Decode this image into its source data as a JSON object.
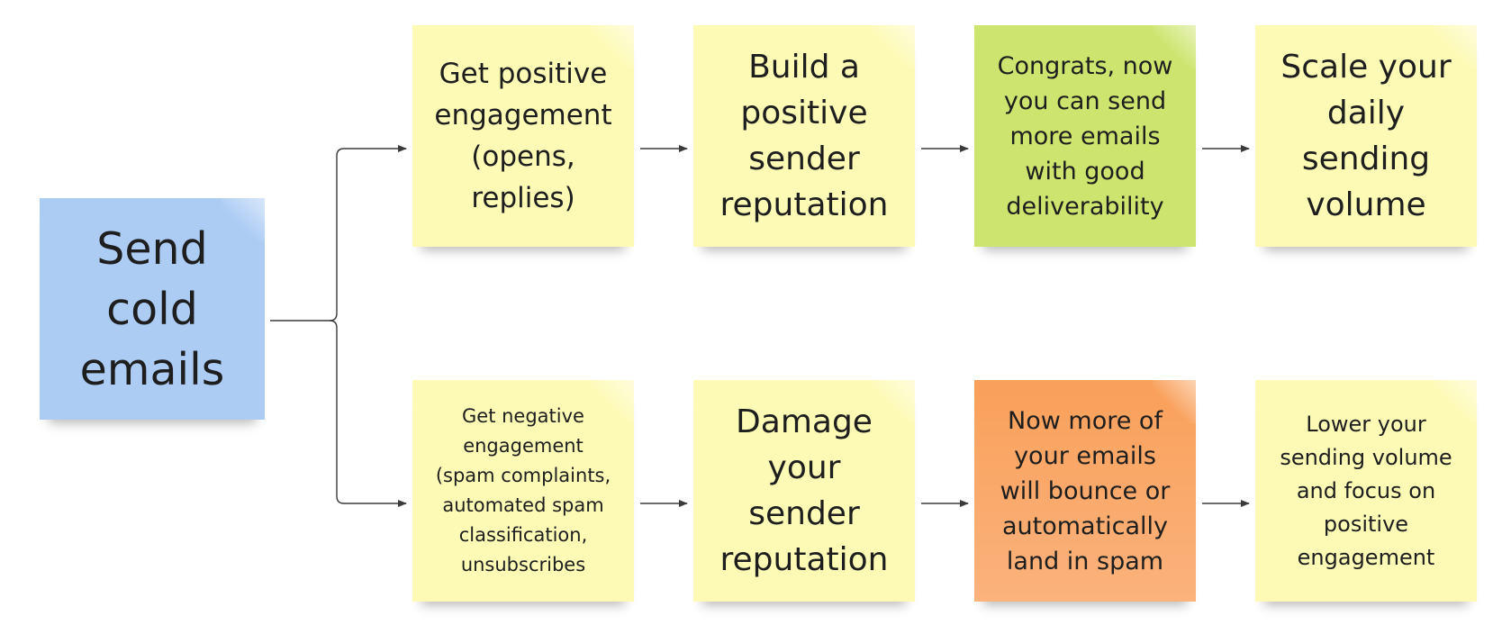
{
  "diagram": {
    "root": {
      "text": "Send\ncold\nemails",
      "color": "#acccf4"
    },
    "positive_path": [
      {
        "text": "Get positive\nengagement\n(opens,\nreplies)",
        "color": "#fdfab6"
      },
      {
        "text": "Build a\npositive\nsender\nreputation",
        "color": "#fdfab6"
      },
      {
        "text": "Congrats, now\nyou can send\nmore emails\nwith good\ndeliverability",
        "color": "#cde56f"
      },
      {
        "text": "Scale your\ndaily\nsending\nvolume",
        "color": "#fdfab6"
      }
    ],
    "negative_path": [
      {
        "text": "Get negative\nengagement\n(spam complaints,\nautomated spam\nclassification,\nunsubscribes",
        "color": "#fdfab6"
      },
      {
        "text": "Damage\nyour\nsender\nreputation",
        "color": "#fdfab6"
      },
      {
        "text": "Now more of\nyour emails\nwill bounce or\nautomatically\nland in spam",
        "color": "#f9a05a"
      },
      {
        "text": "Lower your\nsending volume\nand focus on\npositive\nengagement",
        "color": "#fdfab6"
      }
    ]
  }
}
